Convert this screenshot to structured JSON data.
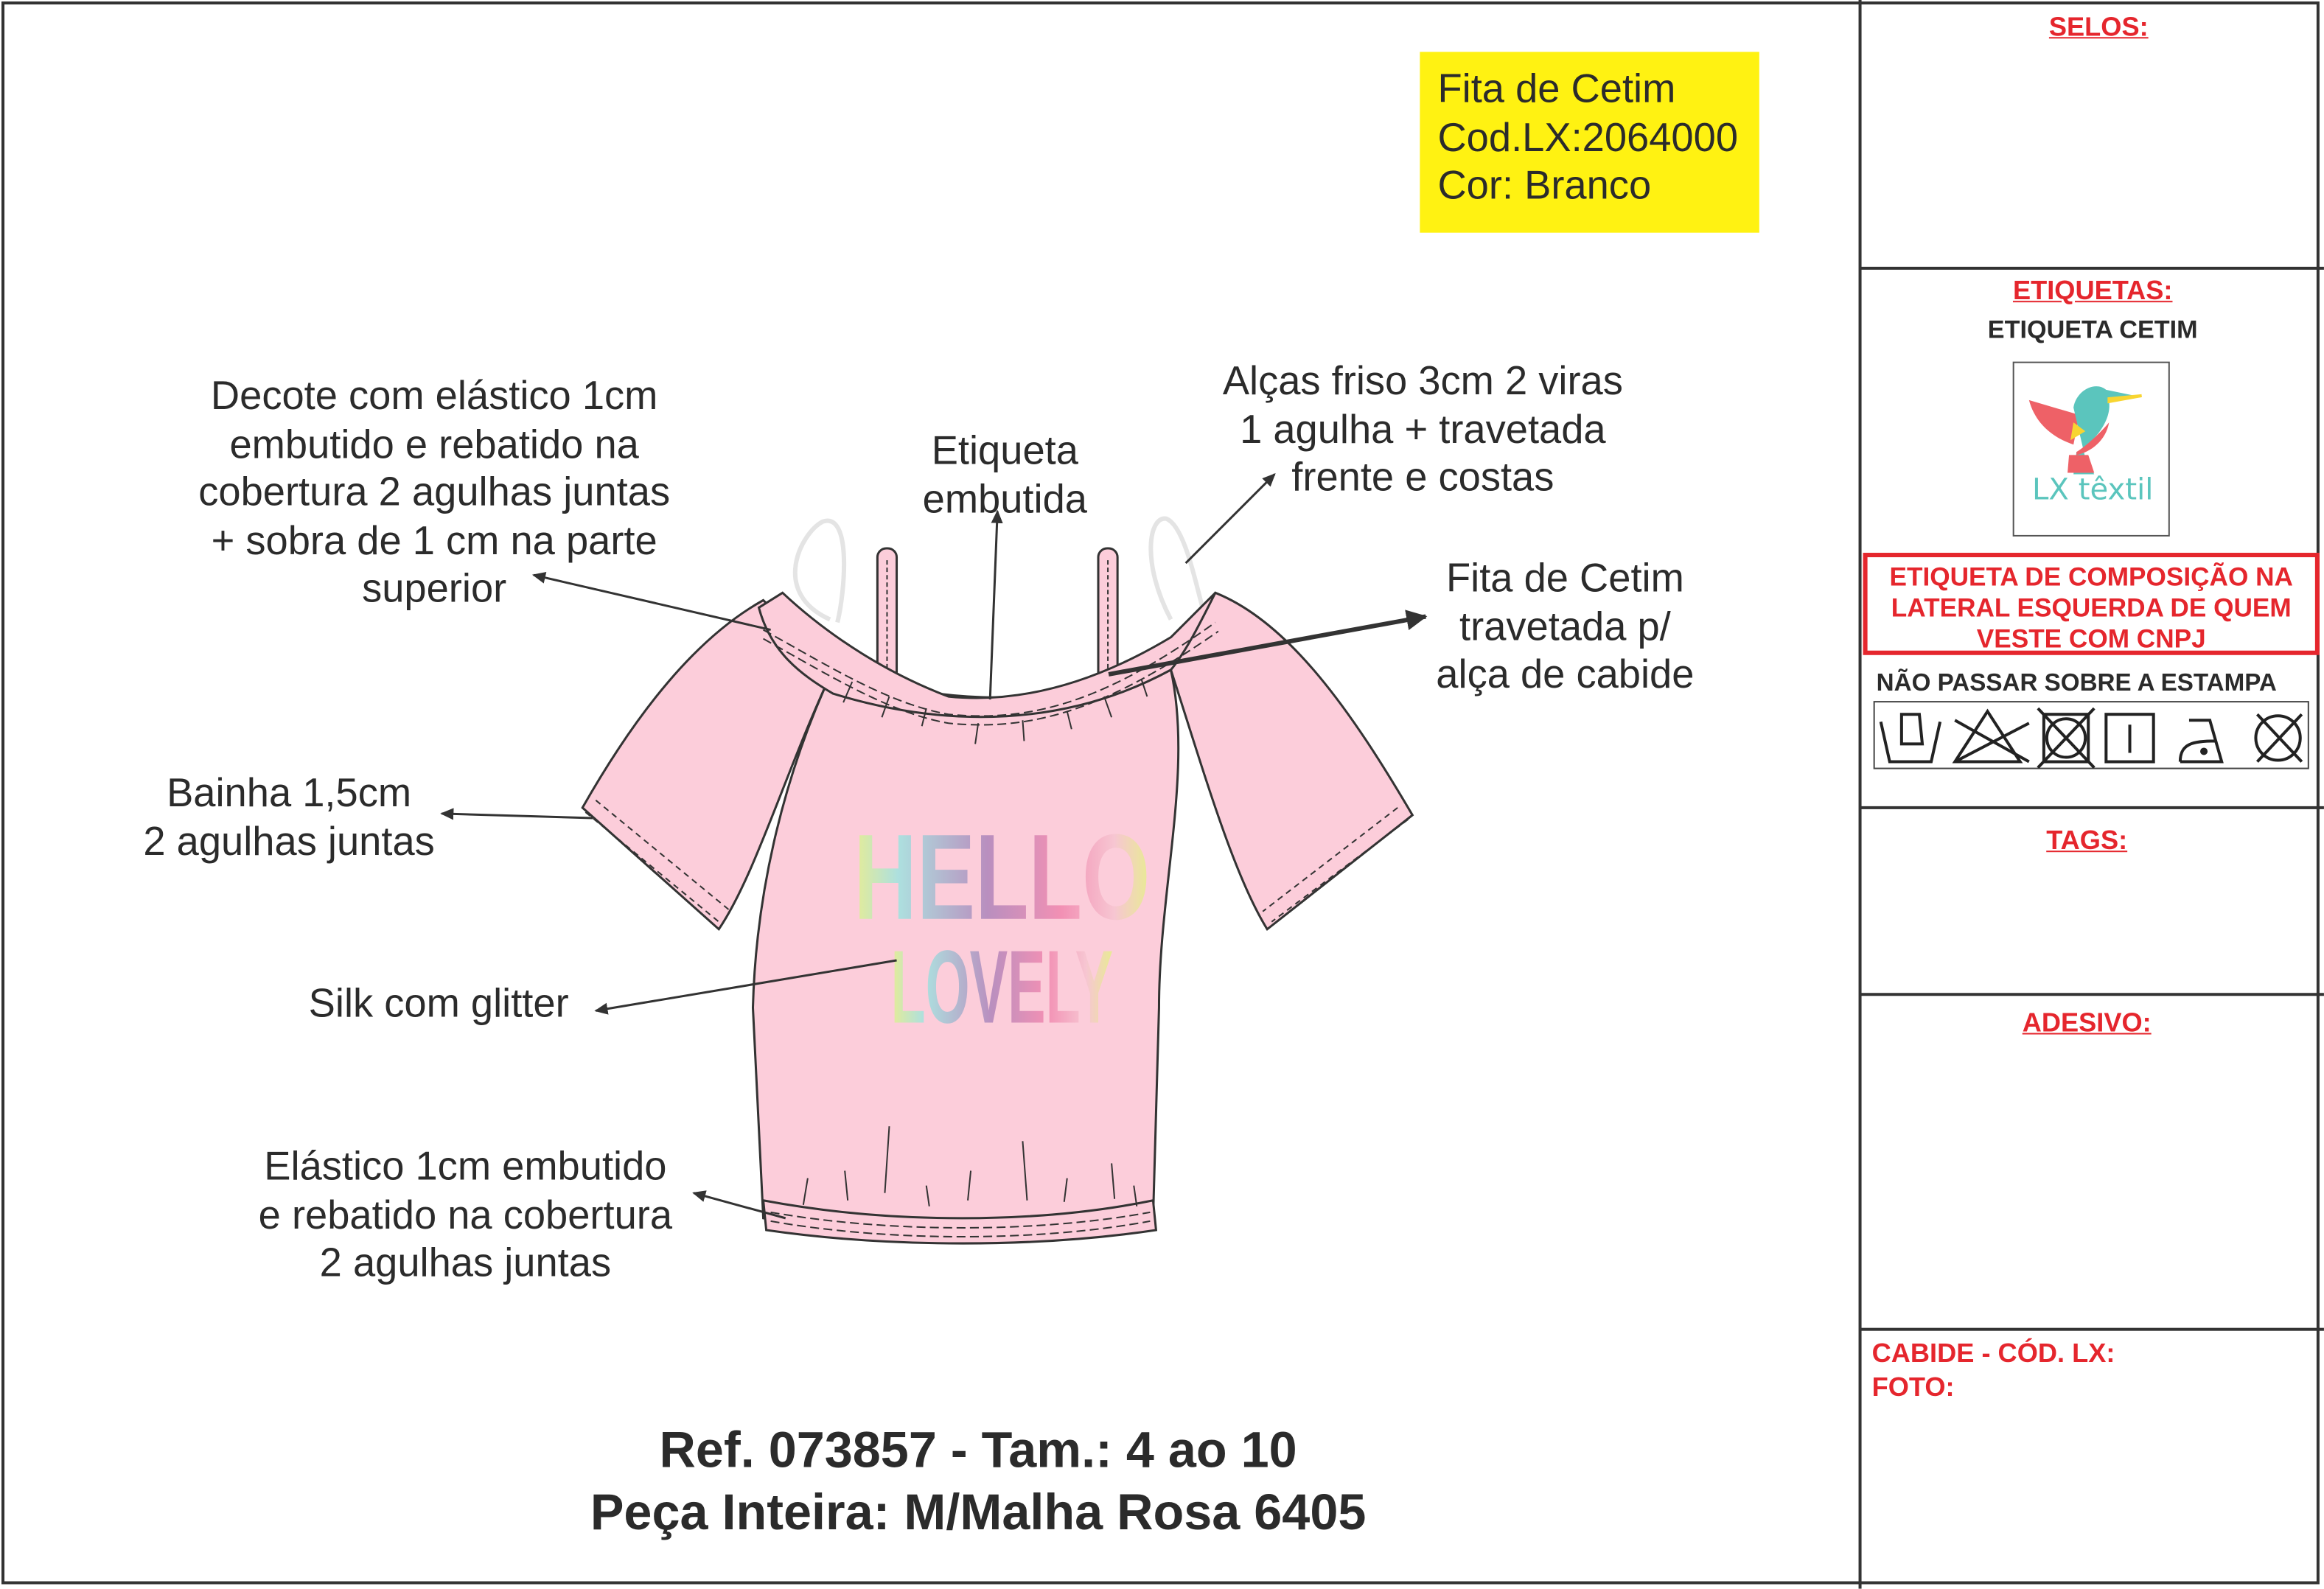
{
  "ribbon_box": {
    "line1": "Fita de Cetim",
    "line2": "Cod.LX:2064000",
    "line3": "Cor: Branco",
    "color": "#fff212"
  },
  "annotations": {
    "decote": [
      "Decote com elástico 1cm",
      "embutido e rebatido na",
      "cobertura 2 agulhas juntas",
      "+ sobra de 1 cm na parte",
      "superior"
    ],
    "etiqueta": [
      "Etiqueta",
      "embutida"
    ],
    "alcas": [
      "Alças friso 3cm 2 viras",
      "1 agulha + travetada",
      "frente e costas"
    ],
    "fita": [
      "Fita de Cetim",
      "travetada p/",
      "alça de cabide"
    ],
    "bainha": [
      "Bainha 1,5cm",
      "2 agulhas juntas"
    ],
    "silk": "Silk com glitter",
    "elastico": [
      "Elástico 1cm embutido",
      "e rebatido na cobertura",
      "2 agulhas juntas"
    ]
  },
  "print": {
    "line1": "HELLO",
    "line2": "LOVELY"
  },
  "footer": {
    "ref": "Ref. 073857 - Tam.: 4 ao 10",
    "piece": "Peça Inteira: M/Malha Rosa 6405"
  },
  "panel": {
    "selos": "SELOS:",
    "etiquetas": "ETIQUETAS:",
    "etiqueta_cetim": "ETIQUETA CETIM",
    "logo_text": "LX têxtil",
    "composicao": "ETIQUETA DE COMPOSIÇÃO NA LATERAL ESQUERDA DE QUEM VESTE COM CNPJ",
    "nao_passar": "NÃO PASSAR SOBRE A ESTAMPA",
    "care_icons": [
      "hand-wash-icon",
      "no-bleach-icon",
      "no-tumble-dry-icon",
      "line-dry-icon",
      "iron-low-icon",
      "no-dry-clean-icon"
    ],
    "tags": "TAGS:",
    "adesivo": "ADESIVO:",
    "cabide": "CABIDE - CÓD. LX:",
    "foto": "FOTO:"
  },
  "colors": {
    "garment": "#fccdda",
    "accent_red": "#e5262d",
    "outline": "#333333"
  }
}
